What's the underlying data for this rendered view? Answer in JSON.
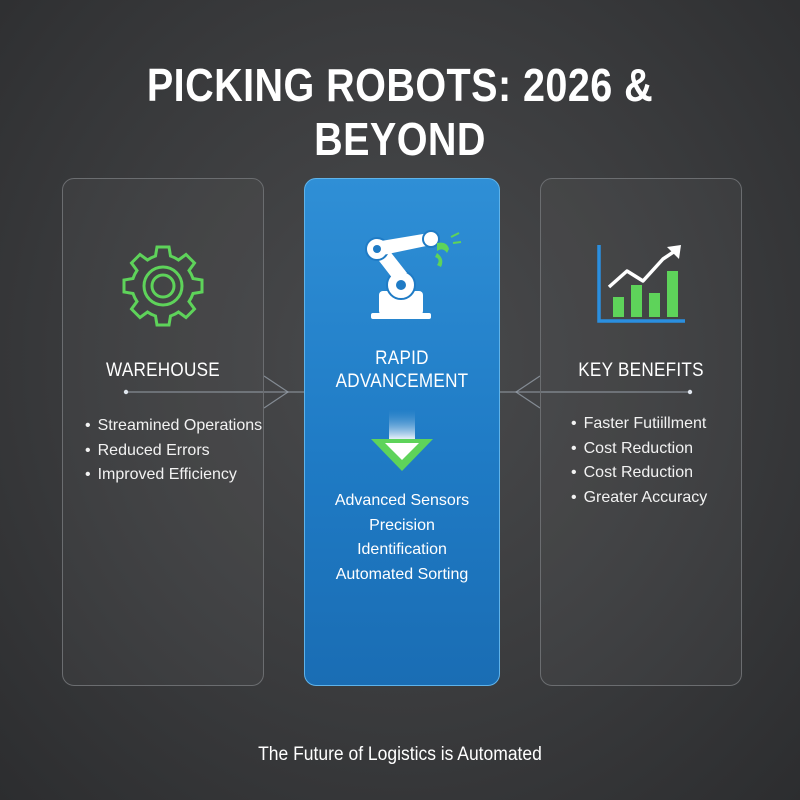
{
  "title": "PICKING ROBOTS: 2026 & BEYOND",
  "footer": "The Future of Logistics is Automated",
  "colors": {
    "background": "#3a3b3d",
    "accent_blue": "#2585cc",
    "accent_green": "#5ed35a",
    "card_border": "#6b6d70"
  },
  "panels": {
    "left": {
      "icon": "gear-icon",
      "heading": "WAREHOUSE",
      "items": [
        "Streamined Operations",
        "Reduced Errors",
        "Improved Efficiency"
      ]
    },
    "center": {
      "icon": "robotic-arm-icon",
      "heading_line1": "RAPID",
      "heading_line2": "ADVANCEMENT",
      "arrow_icon": "down-arrow-icon",
      "items": [
        "Advanced Sensors",
        "Precision",
        "Identification",
        "Automated Sorting"
      ]
    },
    "right": {
      "icon": "bar-chart-growth-icon",
      "heading": "KEY BENEFITS",
      "items": [
        "Faster Futiillment",
        "Cost Reduction",
        "Cost Reduction",
        "Greater Accuracy"
      ]
    }
  }
}
